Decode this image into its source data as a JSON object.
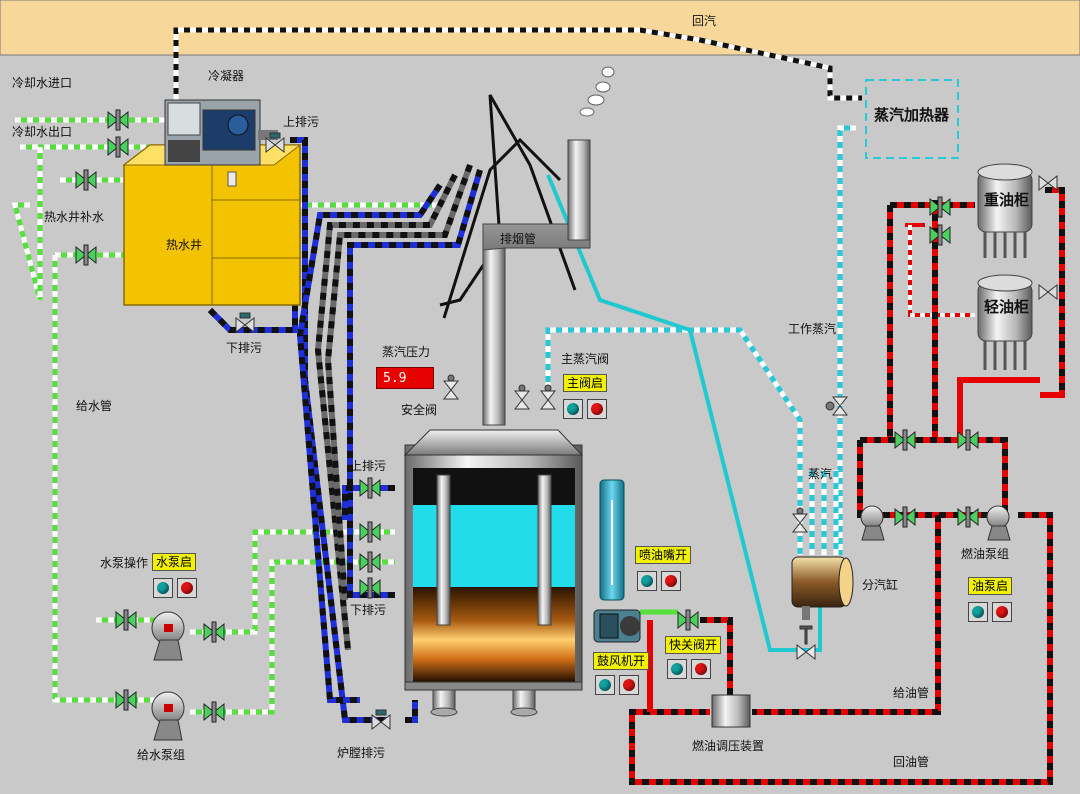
{
  "labels": {
    "return_steam": "回汽",
    "cooling_in": "冷却水进口",
    "cooling_out": "冷却水出口",
    "condenser": "冷凝器",
    "upper_drain_top": "上排污",
    "makeup_water": "热水井补水",
    "hot_well": "热水井",
    "lower_drain_top": "下排污",
    "feed_pipe": "给水管",
    "exhaust_pipe": "排烟管",
    "steam_heater": "蒸汽加热器",
    "heavy_oil_tank": "重油柜",
    "light_oil_tank": "轻油柜",
    "steam_pressure": "蒸汽压力",
    "safety_valve": "安全阀",
    "main_steam_valve": "主蒸汽阀",
    "working_steam": "工作蒸汽",
    "boiler_upper_drain": "上排污",
    "boiler_lower_drain": "下排污",
    "steam": "蒸汽",
    "distributor": "分汽缸",
    "fuel_pump_group": "燃油泵组",
    "pump_operation": "水泵操作",
    "feed_pump_group": "给水泵组",
    "furnace_drain": "炉膛排污",
    "fuel_pressure_device": "燃油调压装置",
    "oil_feed_pipe": "给油管",
    "oil_return_pipe": "回油管"
  },
  "readouts": {
    "steam_pressure_value": "5.9"
  },
  "status_buttons": {
    "main_valve": "主阀启",
    "nozzle": "喷油嘴开",
    "blower": "鼓风机开",
    "quick_valve": "快关阀开",
    "water_pump": "水泵启",
    "oil_pump": "油泵启"
  },
  "colors": {
    "background": "#c9c9c9",
    "top_band": "#f8d89a",
    "hot_well": "#f3c200",
    "water_level": "#22dcea",
    "steam_dash": "#8ff0f0",
    "fuel_dash": "#e60000",
    "feed_dash": "#55e03c",
    "drain_dash": "#1f2fd8",
    "readout_bg": "#e60000",
    "button_yellow": "#f2f200"
  }
}
